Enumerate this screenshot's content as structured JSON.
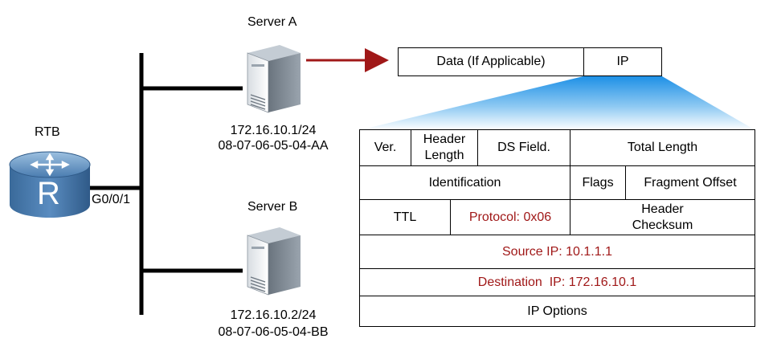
{
  "router": {
    "name": "RTB",
    "symbol": "R",
    "interface": "G0/0/1"
  },
  "servers": [
    {
      "name": "Server A",
      "ip": "172.16.10.1/24",
      "mac": "08-07-06-05-04-AA"
    },
    {
      "name": "Server B",
      "ip": "172.16.10.2/24",
      "mac": "08-07-06-05-04-BB"
    }
  ],
  "packet": {
    "data_label": "Data (If Applicable)",
    "ip_label": "IP"
  },
  "ip_header": {
    "ver": "Ver.",
    "header_length": "Header Length",
    "ds_field": "DS Field.",
    "total_length": "Total Length",
    "identification": "Identification",
    "flags": "Flags",
    "fragment_offset": "Fragment Offset",
    "ttl": "TTL",
    "protocol": "Protocol: 0x06",
    "header_checksum": "Header Checksum",
    "source_ip": "Source IP: 10.1.1.1",
    "destination_ip": "Destination  IP: 172.16.10.1",
    "ip_options": "IP Options"
  },
  "colors": {
    "highlight_text": "#a01818",
    "arrow": "#a01818",
    "router_blue": "#3f6fa0",
    "callout_blue": "#4aa8e8"
  }
}
